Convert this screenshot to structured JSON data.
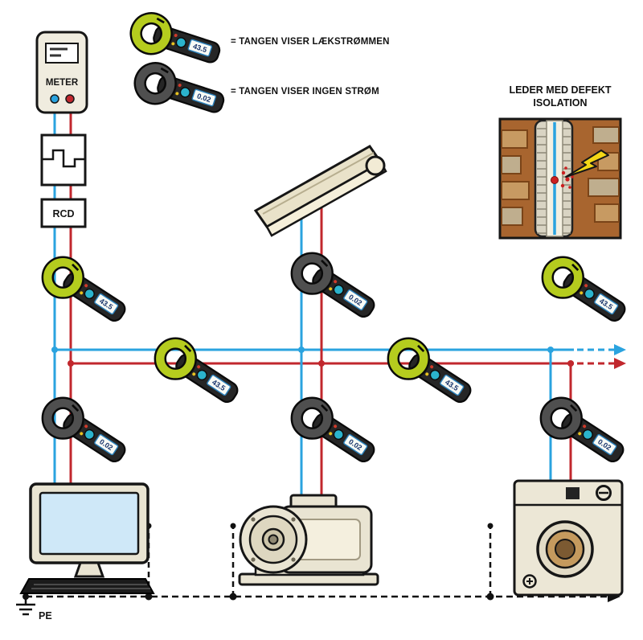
{
  "legend": {
    "leak": {
      "value": "43.5",
      "label": "= TANGEN VISER LÆKSTRØMMEN"
    },
    "none": {
      "value": "0.02",
      "label": "= TANGEN VISER INGEN STRØM"
    }
  },
  "labels": {
    "meter": "METER",
    "rcd": "RCD",
    "pe": "PE",
    "defect_line1": "LEDER MED DEFEKT",
    "defect_line2": "ISOLATION"
  },
  "clamps": [
    {
      "id": "service-line-upper",
      "type": "leak",
      "value": "43.5"
    },
    {
      "id": "computer-branch",
      "type": "none",
      "value": "0.02"
    },
    {
      "id": "bus-left",
      "type": "leak",
      "value": "43.5"
    },
    {
      "id": "light-branch",
      "type": "none",
      "value": "0.02"
    },
    {
      "id": "motor-branch",
      "type": "none",
      "value": "0.02"
    },
    {
      "id": "bus-right",
      "type": "leak",
      "value": "43.5"
    },
    {
      "id": "bus-far-right",
      "type": "leak",
      "value": "43.5"
    },
    {
      "id": "washer-branch",
      "type": "none",
      "value": "0.02"
    }
  ],
  "colors": {
    "wire_blue": "#2aa3df",
    "wire_red": "#c1272d",
    "clamp_leak_jaw": "#b5cc1e",
    "clamp_none_jaw": "#4f4f4f",
    "outline": "#161616"
  }
}
